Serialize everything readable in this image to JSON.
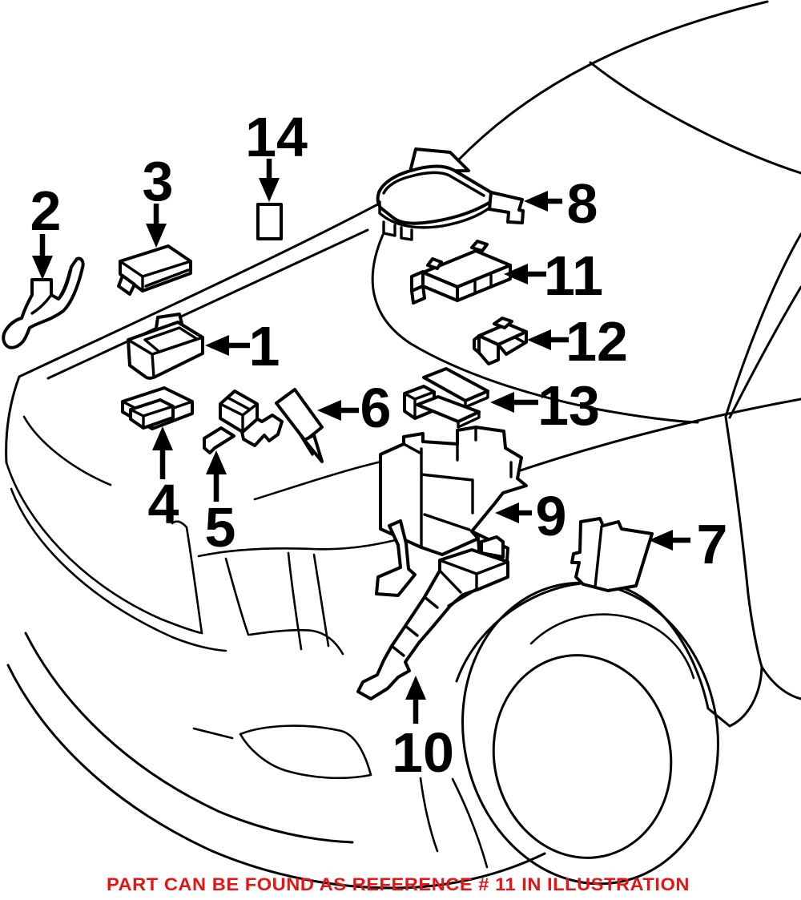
{
  "illustration": {
    "title": "Vehicle front-end electrical relay / fuse component location diagram",
    "view": "front-left three-quarter line drawing of SUV front clip with wheel",
    "callouts": [
      {
        "id": 1,
        "label": "1"
      },
      {
        "id": 2,
        "label": "2"
      },
      {
        "id": 3,
        "label": "3"
      },
      {
        "id": 4,
        "label": "4"
      },
      {
        "id": 5,
        "label": "5"
      },
      {
        "id": 6,
        "label": "6"
      },
      {
        "id": 7,
        "label": "7"
      },
      {
        "id": 8,
        "label": "8"
      },
      {
        "id": 9,
        "label": "9"
      },
      {
        "id": 10,
        "label": "10"
      },
      {
        "id": 11,
        "label": "11"
      },
      {
        "id": 12,
        "label": "12"
      },
      {
        "id": 13,
        "label": "13"
      },
      {
        "id": 14,
        "label": "14"
      }
    ],
    "caption": {
      "text": "PART CAN BE FOUND AS REFERENCE # 11 IN ILLUSTRATION",
      "highlighted_reference": "11"
    },
    "colors": {
      "line": "#000000",
      "caption_red": "#e31515",
      "background": "#ffffff"
    }
  }
}
